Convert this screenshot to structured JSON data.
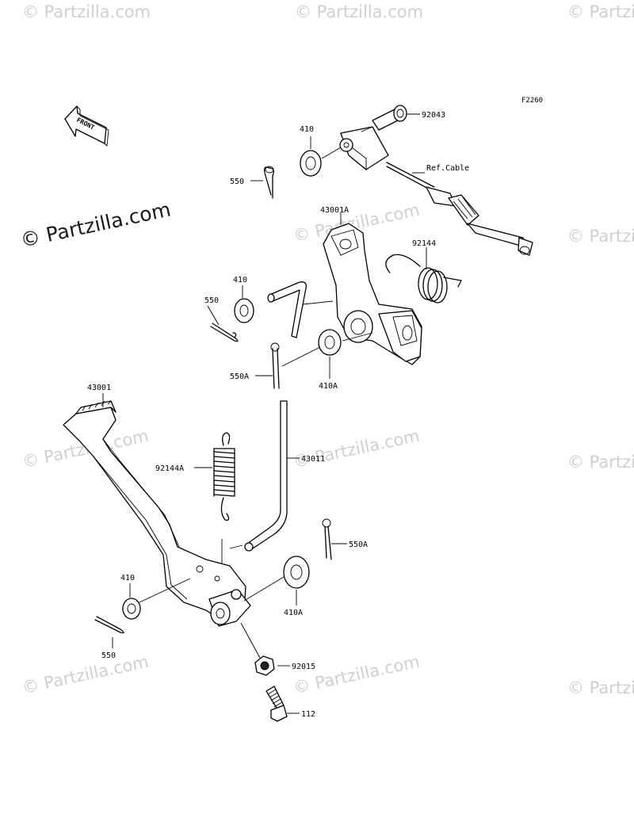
{
  "figure_code": "F2260",
  "watermark": {
    "text": "© Partzilla.com",
    "featured_text": "© Partzilla.com"
  },
  "front_indicator": {
    "text": "FRONT"
  },
  "parts": [
    {
      "ref": "92043"
    },
    {
      "ref": "410"
    },
    {
      "ref": "550"
    },
    {
      "ref": "Ref.Cable"
    },
    {
      "ref": "43001A"
    },
    {
      "ref": "92144"
    },
    {
      "ref": "410"
    },
    {
      "ref": "550"
    },
    {
      "ref": "550A"
    },
    {
      "ref": "410A"
    },
    {
      "ref": "43001"
    },
    {
      "ref": "92144A"
    },
    {
      "ref": "43011"
    },
    {
      "ref": "550A"
    },
    {
      "ref": "410"
    },
    {
      "ref": "410A"
    },
    {
      "ref": "550"
    },
    {
      "ref": "92015"
    },
    {
      "ref": "112"
    }
  ]
}
